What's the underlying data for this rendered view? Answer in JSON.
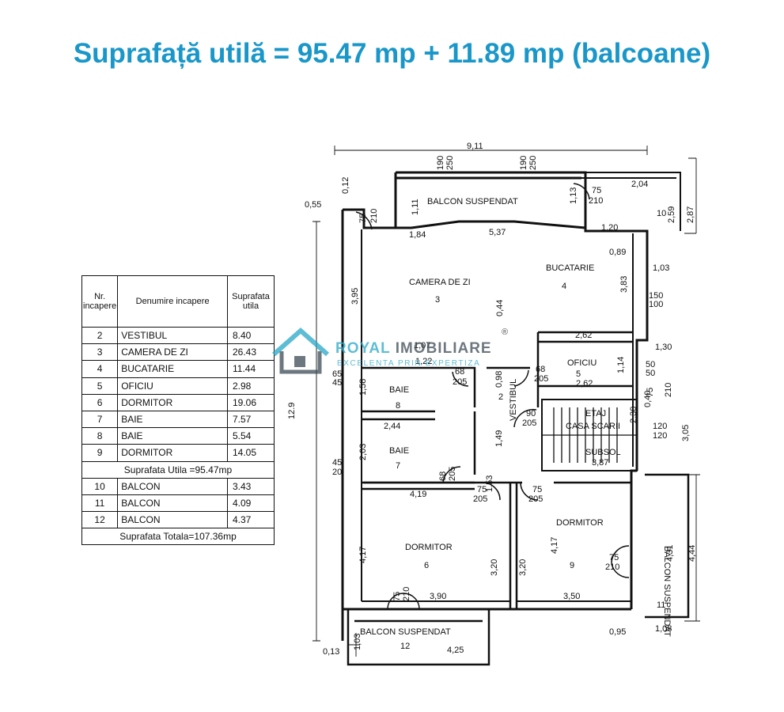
{
  "headline": "Suprafață utilă = 95.47 mp + 11.89 mp (balcoane)",
  "colors": {
    "headline": "#1a97c9",
    "watermark": "#28a8c8",
    "ink": "#111111",
    "accent_dark": "#3d4a55"
  },
  "table": {
    "headers": {
      "nr": "Nr. incapere",
      "name": "Denumire incapere",
      "area": "Suprafata utila"
    },
    "rows": [
      {
        "nr": "2",
        "name": "VESTIBUL",
        "area": "8.40"
      },
      {
        "nr": "3",
        "name": "CAMERA  DE  ZI",
        "area": "26.43"
      },
      {
        "nr": "4",
        "name": "BUCATARIE",
        "area": "11.44"
      },
      {
        "nr": "5",
        "name": "OFICIU",
        "area": "2.98"
      },
      {
        "nr": "6",
        "name": "DORMITOR",
        "area": "19.06"
      },
      {
        "nr": "7",
        "name": "BAIE",
        "area": "7.57"
      },
      {
        "nr": "8",
        "name": "BAIE",
        "area": "5.54"
      },
      {
        "nr": "9",
        "name": "DORMITOR",
        "area": "14.05"
      }
    ],
    "subtotal": "Suprafata Utila =95.47mp",
    "balcony_rows": [
      {
        "nr": "10",
        "name": "BALCON",
        "area": "3.43"
      },
      {
        "nr": "11",
        "name": "BALCON",
        "area": "4.09"
      },
      {
        "nr": "12",
        "name": "BALCON",
        "area": "4.37"
      }
    ],
    "total": "Suprafata Totala=107.36mp"
  },
  "plan": {
    "rooms": {
      "camera_de_zi": {
        "label": "CAMERA  DE  ZI",
        "num": "3"
      },
      "bucatarie": {
        "label": "BUCATARIE",
        "num": "4"
      },
      "oficiu": {
        "label": "OFICIU",
        "num": "5"
      },
      "baie_8": {
        "label": "BAIE",
        "num": "8"
      },
      "baie_7": {
        "label": "BAIE",
        "num": "7"
      },
      "vestibul": {
        "label": "VESTIBUL",
        "num": "2"
      },
      "dormitor_6": {
        "label": "DORMITOR",
        "num": "6"
      },
      "dormitor_9": {
        "label": "DORMITOR",
        "num": "9"
      },
      "casa_scarii": {
        "etaj": "ETAJ",
        "label": "CASA SCARII",
        "subsol": "SUBSOL"
      },
      "balcon_top": {
        "label": "BALCON  SUSPENDAT",
        "num": "10"
      },
      "balcon_bottom": {
        "label": "BALCON  SUSPENDAT",
        "num": "12"
      },
      "balcon_right": {
        "label": "BALCON SUSPENDAT",
        "num": "11"
      }
    },
    "dims": {
      "d_9_11": "9,11",
      "d_0_12": "0,12",
      "d_190a": "190",
      "d_250a": "250",
      "d_190b": "190",
      "d_250b": "250",
      "d_0_55": "0,55",
      "d_1_11": "1,11",
      "d_1_13": "1,13",
      "d_75a": "75",
      "d_210a": "210",
      "d_2_04": "2,04",
      "d_2_59": "2,59",
      "d_2_87": "2,87",
      "d_75b": "75",
      "d_210b": "210",
      "d_1_84": "1,84",
      "d_5_37": "5,37",
      "d_1_20": "1,20",
      "d_0_89": "0,89",
      "d_1_03a": "1,03",
      "d_3_95": "3,95",
      "d_3_83": "3,83",
      "d_150": "150",
      "d_100": "100",
      "d_12_9": "12.9",
      "d_0_44": "0,44",
      "d_2_62a": "2,62",
      "d_1_07": "1,07",
      "d_1_22": "1,22",
      "d_1_30": "1,30",
      "d_65": "65",
      "d_45a": "45",
      "d_68a": "68",
      "d_205a": "205",
      "d_0_98": "0,98",
      "d_68b": "68",
      "d_205b": "205",
      "d_1_14": "1,14",
      "d_50a": "50",
      "d_50b": "50",
      "d_75c": "75",
      "d_210c": "210",
      "d_2_62b": "2,62",
      "d_1_58": "1,58",
      "d_90": "90",
      "d_205c": "205",
      "d_2_30": "2,30",
      "d_0_40": "0,40",
      "d_2_44": "2,44",
      "d_120a": "120",
      "d_120b": "120",
      "d_3_05": "3,05",
      "d_2_03": "2,03",
      "d_1_49": "1,49",
      "d_3_87": "3,87",
      "d_45b": "45",
      "d_20": "20",
      "d_68c": "68",
      "d_205d": "205",
      "d_1_53": "1,53",
      "d_4_19": "4,19",
      "d_75d": "75",
      "d_205e": "205",
      "d_75e": "75",
      "d_205f": "205",
      "d_4_17a": "4,17",
      "d_3_20a": "3,20",
      "d_3_20b": "3,20",
      "d_4_17b": "4,17",
      "d_4_31": "4,31",
      "d_4_44": "4,44",
      "d_75f": "75",
      "d_210d": "210",
      "d_75g": "75",
      "d_210e": "210",
      "d_3_90": "3,90",
      "d_3_50": "3,50",
      "d_0_95": "0,95",
      "d_1_08": "1,08",
      "d_0_13": "0,13",
      "d_1_03b": "1,03",
      "d_4_25": "4,25"
    }
  },
  "watermark": {
    "brand_part1": "ROYAL",
    "brand_part2": " IMOBILIARE",
    "tagline": "EXCELENTA PRIN EXPERTIZA",
    "reg": "®"
  }
}
